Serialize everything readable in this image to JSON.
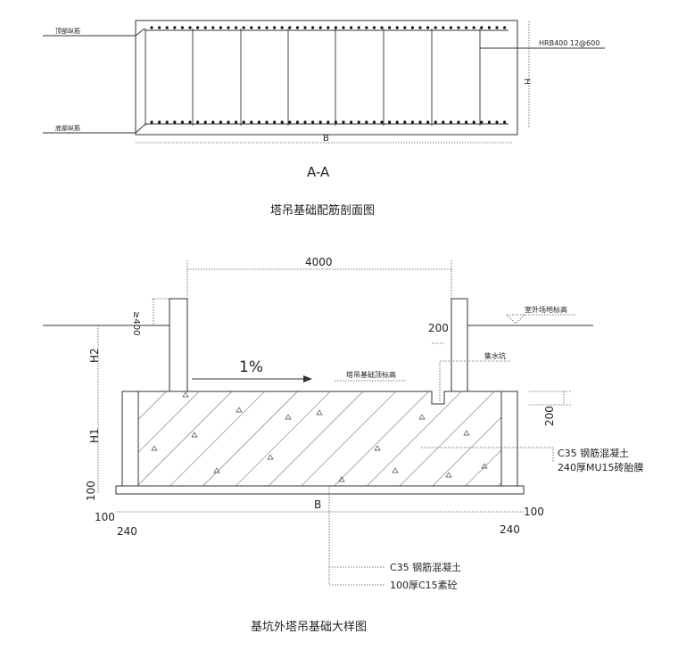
{
  "section": {
    "top_bar_label": "顶部纵筋",
    "bottom_bar_label": "底部纵筋",
    "stirrup_label": "HRB400 12@600",
    "dim_height": "H",
    "dim_width": "B",
    "section_mark": "A-A",
    "title": "塔吊基础配筋剖面图"
  },
  "detail": {
    "dim_span": "4000",
    "dim_min_wall": "≥400",
    "dim_h2": "H2",
    "dim_h1": "H1",
    "dim_cushion": "100",
    "slope": "1%",
    "ground_level_label": "室外场地标高",
    "sump_width": "200",
    "sump_label": "集水坑",
    "foundation_top_label": "塔吊基础顶标高",
    "dim_200_right": "200",
    "concrete_label": "C35 钢筋混凝土",
    "brick_label": "240厚MU15砖胎膜",
    "dim_width": "B",
    "dim_left_100": "100",
    "dim_left_240": "240",
    "dim_right_100": "100",
    "dim_right_240": "240",
    "slab_label": "C35 钢筋混凝土",
    "cushion_label": "100厚C15素砼",
    "title": "基坑外塔吊基础大样图"
  }
}
